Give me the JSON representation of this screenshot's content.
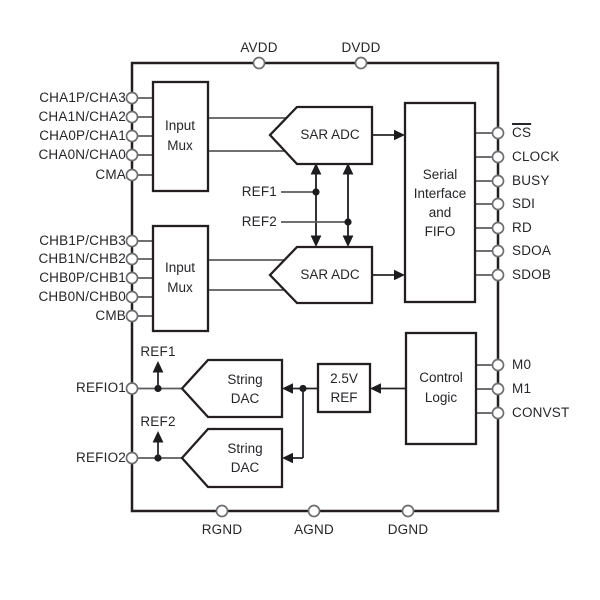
{
  "diagram": {
    "type": "functional-block-diagram",
    "description": "Dual-channel SAR ADC with string DACs, internal reference, serial interface and control logic",
    "colors": {
      "background": "#ffffff",
      "block_border": "#231f20",
      "wire": "#5b5b5e",
      "pin_ring": "#6d6e71",
      "text": "#26262a"
    },
    "pins": {
      "top": [
        {
          "label": "AVDD"
        },
        {
          "label": "DVDD"
        }
      ],
      "left": [
        {
          "label": "CHA1P/CHA3"
        },
        {
          "label": "CHA1N/CHA2"
        },
        {
          "label": "CHA0P/CHA1"
        },
        {
          "label": "CHA0N/CHA0"
        },
        {
          "label": "CMA"
        },
        {
          "label": "CHB1P/CHB3"
        },
        {
          "label": "CHB1N/CHB2"
        },
        {
          "label": "CHB0P/CHB1"
        },
        {
          "label": "CHB0N/CHB0"
        },
        {
          "label": "CMB"
        },
        {
          "label": "REFIO1"
        },
        {
          "label": "REFIO2"
        }
      ],
      "right": [
        {
          "label": "CS",
          "overline": true
        },
        {
          "label": "CLOCK"
        },
        {
          "label": "BUSY"
        },
        {
          "label": "SDI"
        },
        {
          "label": "RD"
        },
        {
          "label": "SDOA"
        },
        {
          "label": "SDOB"
        },
        {
          "label": "M0"
        },
        {
          "label": "M1"
        },
        {
          "label": "CONVST"
        }
      ],
      "bottom": [
        {
          "label": "RGND"
        },
        {
          "label": "AGND"
        },
        {
          "label": "DGND"
        }
      ]
    },
    "blocks": {
      "input_mux_a": {
        "lines": [
          "Input",
          "Mux"
        ]
      },
      "input_mux_b": {
        "lines": [
          "Input",
          "Mux"
        ]
      },
      "sar_adc_a": {
        "label": "SAR ADC"
      },
      "sar_adc_b": {
        "label": "SAR ADC"
      },
      "serial_interface": {
        "lines": [
          "Serial",
          "Interface",
          "and",
          "FIFO"
        ]
      },
      "control_logic": {
        "lines": [
          "Control",
          "Logic"
        ]
      },
      "voltage_ref": {
        "lines": [
          "2.5V",
          "REF"
        ]
      },
      "string_dac_a": {
        "lines": [
          "String",
          "DAC"
        ]
      },
      "string_dac_b": {
        "lines": [
          "String",
          "DAC"
        ]
      }
    },
    "net_labels": {
      "ref1_mid": "REF1",
      "ref2_mid": "REF2",
      "ref1_dac": "REF1",
      "ref2_dac": "REF2"
    }
  }
}
